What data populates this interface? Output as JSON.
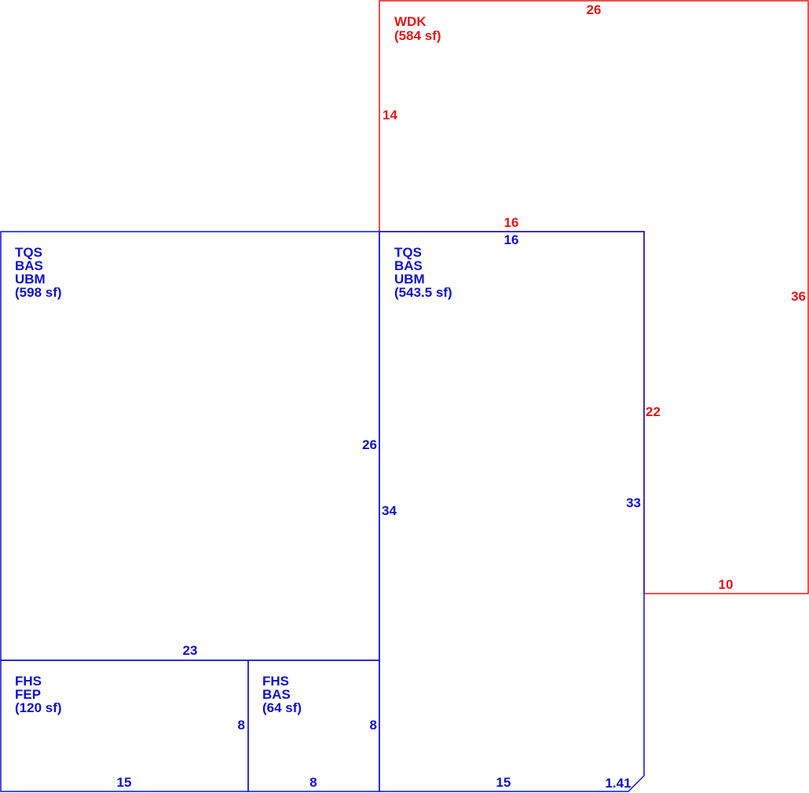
{
  "colors": {
    "primary": "#1010c8",
    "deck": "#e01818",
    "background": "#ffffff"
  },
  "areas": {
    "wdk": {
      "lines": [
        "WDK",
        "(584 sf)"
      ],
      "dims": {
        "top": "26",
        "left": "14",
        "right": "36",
        "inner_top": "16",
        "inner_right": "22",
        "bottom": "10"
      }
    },
    "tqs_left": {
      "lines": [
        "TQS",
        "BAS",
        "UBM",
        "(598 sf)"
      ],
      "dims": {
        "right": "26",
        "bottom": "23"
      }
    },
    "tqs_right": {
      "lines": [
        "TQS",
        "BAS",
        "UBM",
        "(543.5 sf)"
      ],
      "dims": {
        "top": "16",
        "left": "34",
        "right": "33",
        "bottom": "15",
        "corner": "1.41"
      }
    },
    "fhs_fep": {
      "lines": [
        "FHS",
        "FEP",
        "(120 sf)"
      ],
      "dims": {
        "right": "8",
        "bottom": "15"
      }
    },
    "fhs_bas": {
      "lines": [
        "FHS",
        "BAS",
        "(64 sf)"
      ],
      "dims": {
        "right": "8",
        "bottom": "8"
      }
    }
  }
}
